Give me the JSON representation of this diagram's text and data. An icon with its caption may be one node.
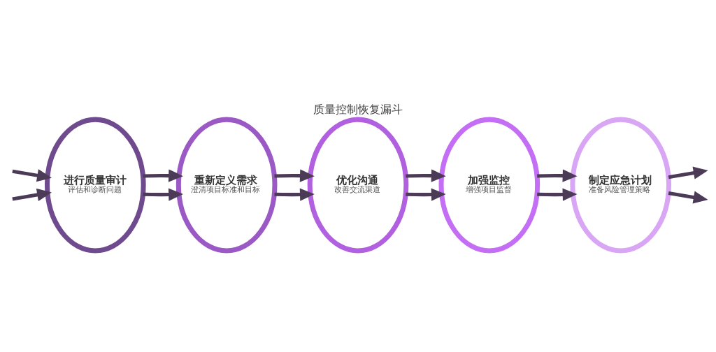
{
  "diagram": {
    "title": "质量控制恢复漏斗",
    "nodes": [
      {
        "text": [
          "进行质量审计",
          "评估和诊断问题"
        ]
      },
      {
        "text": [
          "重新定义需求",
          "澄清项目标准和目标"
        ]
      },
      {
        "text": [
          "优化沟通",
          "改善交流渠道"
        ]
      },
      {
        "text": [
          "加强监控",
          "增强项目监督"
        ]
      },
      {
        "text": [
          "制定应急计划",
          "准备风险管理策略"
        ]
      }
    ],
    "edges": [
      {
        "from": null,
        "to": 0,
        "arrow": "to"
      },
      {
        "from": null,
        "to": 0,
        "arrow": "to"
      },
      {
        "from": 0,
        "to": 1,
        "arrow": "to"
      },
      {
        "from": 0,
        "to": 1,
        "arrow": "to"
      },
      {
        "from": 1,
        "to": 2,
        "arrow": "to"
      },
      {
        "from": 1,
        "to": 2,
        "arrow": "to"
      },
      {
        "from": 2,
        "to": 3,
        "arrow": "to"
      },
      {
        "from": 2,
        "to": 3,
        "arrow": "to"
      },
      {
        "from": 3,
        "to": 4,
        "arrow": "to"
      },
      {
        "from": 3,
        "to": 4,
        "arrow": "to"
      },
      {
        "from": 4,
        "to": null,
        "arrow": "to"
      },
      {
        "from": 4,
        "to": null,
        "arrow": "to"
      }
    ]
  }
}
